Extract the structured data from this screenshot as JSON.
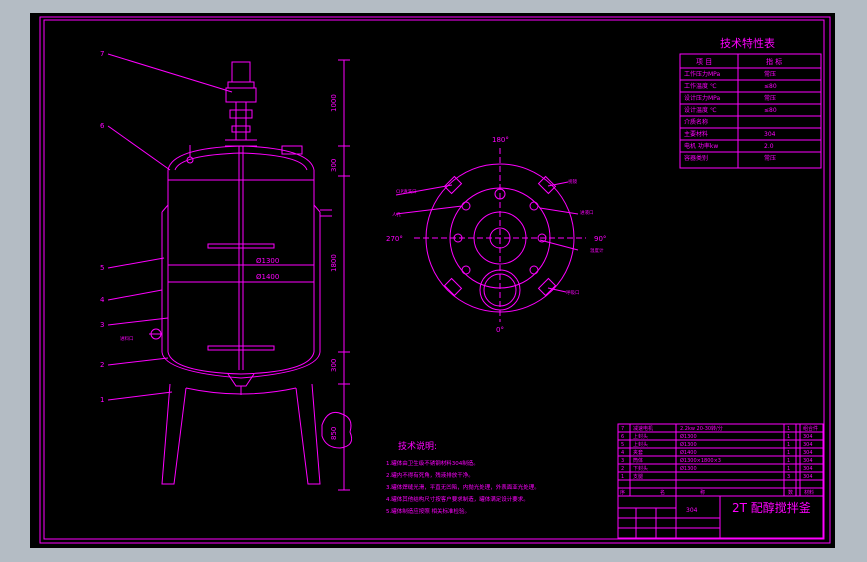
{
  "colors": {
    "background": "#000000",
    "line": "#ff00ff",
    "chrome": "#b4bcc4",
    "label": "#ffffff"
  },
  "tech_table": {
    "title": "技术特性表",
    "header": [
      "项 目",
      "指 标"
    ],
    "rows": [
      [
        "工作压力MPa",
        "常压"
      ],
      [
        "工作温度 ℃",
        "≤80"
      ],
      [
        "设计压力MPa",
        "常压"
      ],
      [
        "设计温度 ℃",
        "≤80"
      ],
      [
        "介质名称",
        ""
      ],
      [
        "主要材料",
        "304"
      ],
      [
        "电机 功率kw",
        "2.0"
      ],
      [
        "容器类别",
        "常压"
      ]
    ]
  },
  "notes": {
    "title": "技术说明:",
    "lines": [
      "1.罐体由卫生级不锈钢材料304制造。",
      "2.罐内不得有死角，残液排放干净。",
      "3.罐体焊缝光滑，平直无凹陷，内抛光处理，外表面亚光处理。",
      "4.罐体其他结构尺寸按客户要求制造，罐体满足设计要求。",
      "5.罐体制造应按照 相关标准检验。"
    ]
  },
  "dims": {
    "d_inner": "Ø1300",
    "d_outer": "Ø1400",
    "v1": "1000",
    "v2": "300",
    "v3": "1800",
    "v4": "300",
    "v5": "850"
  },
  "callouts": [
    "7",
    "6",
    "5",
    "4",
    "3",
    "2",
    "1"
  ],
  "angles": {
    "top": "180°",
    "left": "270°",
    "right": "90°",
    "bottom": "0°"
  },
  "plan_labels": [
    "CIP清洗口",
    "人孔",
    "视镜",
    "进液口",
    "温度计",
    "呼吸口",
    "进料口"
  ],
  "parts_list": {
    "rows": [
      [
        "7",
        "减速电机",
        "2.2kw   20-30转/分",
        "1",
        "",
        "组合件"
      ],
      [
        "6",
        "上封头",
        "Ø1300",
        "1",
        "",
        "304"
      ],
      [
        "5",
        "上封头",
        "Ø1300",
        "1",
        "",
        "304"
      ],
      [
        "4",
        "夹套",
        "Ø1400",
        "1",
        "",
        "304"
      ],
      [
        "3",
        "筒体",
        "Ø1300×1800×3",
        "1",
        "",
        "304"
      ],
      [
        "2",
        "下封头",
        "Ø1300",
        "1",
        "",
        "304"
      ],
      [
        "1",
        "支腿",
        "",
        "3",
        "",
        "304"
      ]
    ],
    "header": [
      "序",
      "名",
      "称",
      "数",
      "",
      "材料"
    ],
    "drawing_title": "2T 配醇搅拌釜",
    "material": "304"
  }
}
